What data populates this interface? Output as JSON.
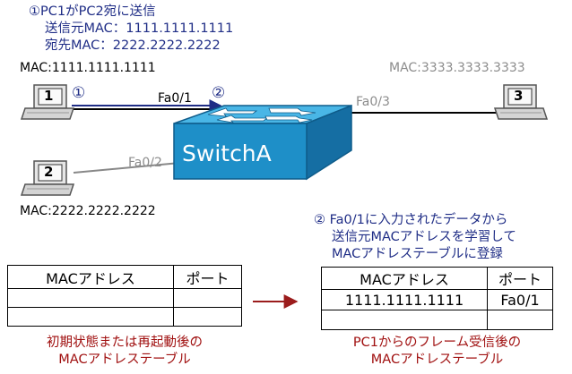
{
  "annotation_top": {
    "line1": "①PC1がPC2宛に送信",
    "line2": "送信元MAC：1111.1111.1111",
    "line3": "宛先MAC：2222.2222.2222"
  },
  "pc1": {
    "number": "1",
    "mac": "MAC:1111.1111.1111",
    "marker": "①"
  },
  "pc2": {
    "number": "2",
    "mac": "MAC:2222.2222.2222"
  },
  "pc3": {
    "number": "3",
    "mac": "MAC:3333.3333.3333"
  },
  "switch": {
    "name": "SwitchA",
    "port1": "Fa0/1",
    "port2": "Fa0/2",
    "port3": "Fa0/3",
    "marker": "②",
    "color": "#1e8fc8"
  },
  "annotation_right": {
    "line1": "② Fa0/1に入力されたデータから",
    "line2": "送信元MACアドレスを学習して",
    "line3": "MACアドレステーブルに登録"
  },
  "table_left": {
    "header_mac": "MACアドレス",
    "header_port": "ポート",
    "caption1": "初期状態または再起動後の",
    "caption2": "MACアドレステーブル"
  },
  "table_right": {
    "header_mac": "MACアドレス",
    "header_port": "ポート",
    "row_mac": "1111.1111.1111",
    "row_port": "Fa0/1",
    "caption1": "PC1からのフレーム受信後の",
    "caption2": "MACアドレステーブル"
  }
}
